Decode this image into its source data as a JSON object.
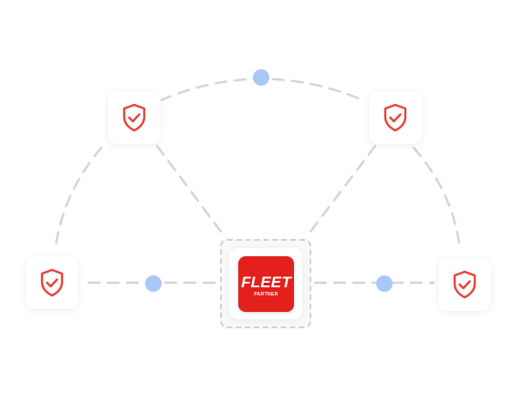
{
  "logo": {
    "main_text": "FLEET",
    "sub_text": "PARTNER",
    "color": "#e3201b"
  },
  "nodes": [
    {
      "id": "top-left",
      "icon": "shield-check-icon"
    },
    {
      "id": "top-right",
      "icon": "shield-check-icon"
    },
    {
      "id": "mid-left",
      "icon": "shield-check-icon"
    },
    {
      "id": "mid-right",
      "icon": "shield-check-icon"
    }
  ],
  "colors": {
    "shield": "#e8433d",
    "connector_dot": "#a8c8f5",
    "dashed_line": "#d3d5d8"
  }
}
